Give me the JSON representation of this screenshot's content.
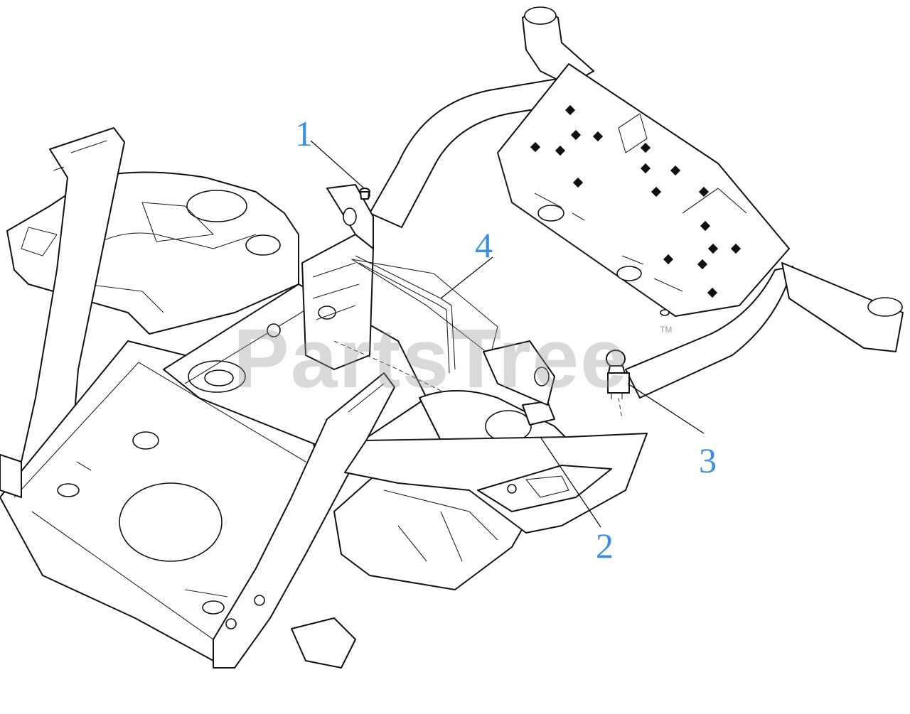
{
  "diagram": {
    "callouts": [
      {
        "number": "1",
        "part": "fastener-top"
      },
      {
        "number": "2",
        "part": "seat-switch"
      },
      {
        "number": "3",
        "part": "pto-switch"
      },
      {
        "number": "4",
        "part": "wire-bracket"
      }
    ],
    "watermark": {
      "text": "PartsTree",
      "trademark": "TM"
    },
    "colors": {
      "line": "#111111",
      "callout": "#3a8fe0",
      "watermark": "#9a9a9a",
      "background": "#ffffff"
    }
  }
}
